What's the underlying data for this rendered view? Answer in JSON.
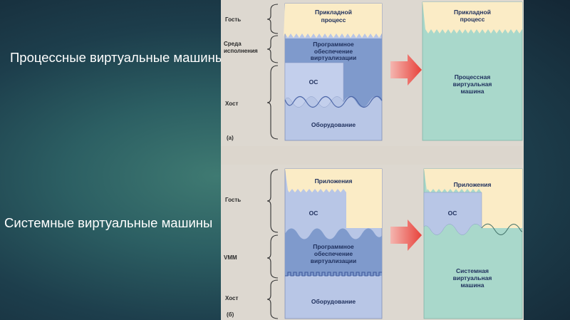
{
  "slide": {
    "title_process": "Процессные виртуальные машины",
    "title_system": "Системные виртуальные машины"
  },
  "diagram_a": {
    "label_guest": "Гость",
    "label_runtime_1": "Среда",
    "label_runtime_2": "исполнения",
    "label_host": "Хост",
    "caption": "(а)",
    "app_process_1": "Прикладной",
    "app_process_2": "процесс",
    "virt_sw_1": "Программное",
    "virt_sw_2": "обеспечение",
    "virt_sw_3": "виртуализации",
    "os": "ОС",
    "hardware": "Оборудование",
    "result_app_1": "Прикладной",
    "result_app_2": "процесс",
    "result_vm_1": "Процессная",
    "result_vm_2": "виртуальная",
    "result_vm_3": "машина"
  },
  "diagram_b": {
    "label_guest": "Гость",
    "label_vmm": "VMM",
    "label_host": "Хост",
    "caption": "(б)",
    "apps": "Приложения",
    "os": "ОС",
    "virt_sw_1": "Программное",
    "virt_sw_2": "обеспечение",
    "virt_sw_3": "виртуализации",
    "hardware": "Оборудование",
    "result_apps": "Приложения",
    "result_os": "ОС",
    "result_vm_1": "Системная",
    "result_vm_2": "виртуальная",
    "result_vm_3": "машина"
  },
  "colors": {
    "cream": "#fbecc6",
    "light_blue": "#b8c6e6",
    "mid_blue": "#7f9acc",
    "teal": "#a9d8cb",
    "arrow": "#e8413a"
  }
}
